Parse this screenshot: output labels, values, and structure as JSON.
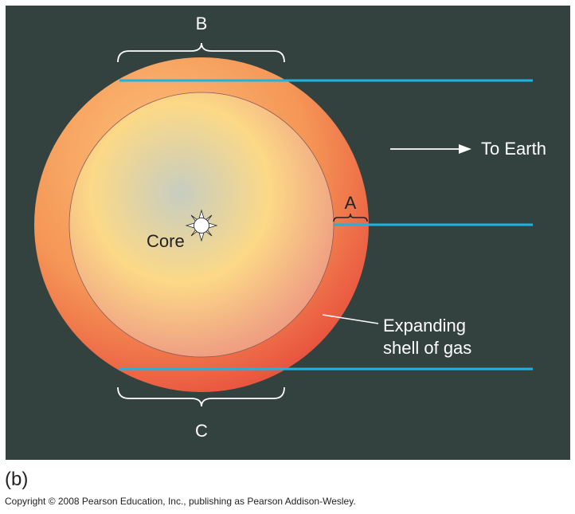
{
  "diagram": {
    "labels": {
      "b": "B",
      "a": "A",
      "c": "C",
      "core": "Core",
      "earth": "To Earth",
      "shell_line1": "Expanding",
      "shell_line2": "shell of gas"
    },
    "colors": {
      "background": "#33423f",
      "sight_line": "#1fb3e0",
      "shell": "#ee7a45",
      "core_center": "#c9cfc0"
    }
  },
  "caption": {
    "panel": "(b)",
    "copyright": "Copyright © 2008 Pearson Education, Inc., publishing as Pearson Addison-Wesley."
  }
}
